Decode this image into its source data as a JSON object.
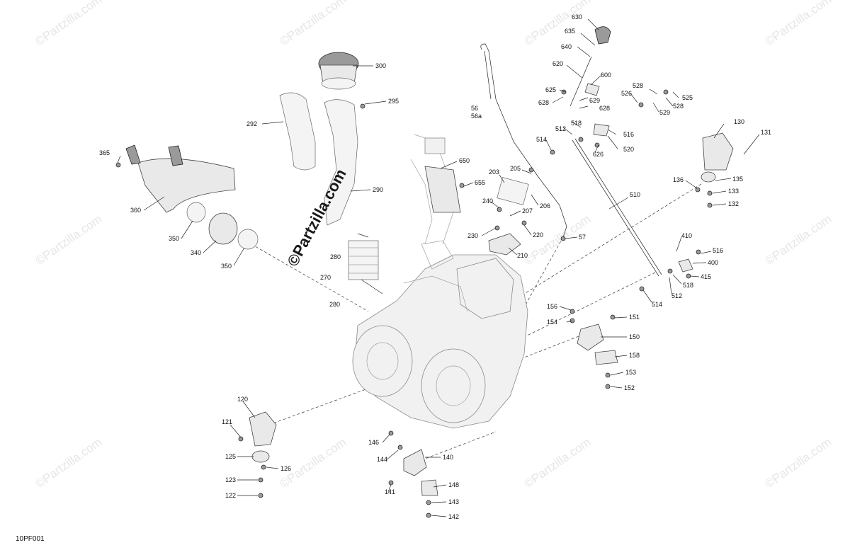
{
  "diagram_id": "10PF001",
  "stamp": "©Partzilla.com",
  "watermark": "©Partzilla.com",
  "callouts": [
    {
      "id": "c630",
      "label": "630"
    },
    {
      "id": "c635",
      "label": "635"
    },
    {
      "id": "c640",
      "label": "640"
    },
    {
      "id": "c620",
      "label": "620"
    },
    {
      "id": "c600",
      "label": "600"
    },
    {
      "id": "c625",
      "label": "625"
    },
    {
      "id": "c628a",
      "label": "628"
    },
    {
      "id": "c629",
      "label": "629"
    },
    {
      "id": "c628b",
      "label": "628"
    },
    {
      "id": "c528a",
      "label": "528"
    },
    {
      "id": "c526a",
      "label": "526"
    },
    {
      "id": "c525",
      "label": "525"
    },
    {
      "id": "c529",
      "label": "529"
    },
    {
      "id": "c528b",
      "label": "528"
    },
    {
      "id": "c518a",
      "label": "518"
    },
    {
      "id": "c516a",
      "label": "516"
    },
    {
      "id": "c512a",
      "label": "512"
    },
    {
      "id": "c514a",
      "label": "514"
    },
    {
      "id": "c626",
      "label": "626"
    },
    {
      "id": "c520",
      "label": "520"
    },
    {
      "id": "c56",
      "label": "56"
    },
    {
      "id": "c56a",
      "label": "56a"
    },
    {
      "id": "c300",
      "label": "300"
    },
    {
      "id": "c295",
      "label": "295"
    },
    {
      "id": "c292",
      "label": "292"
    },
    {
      "id": "c290",
      "label": "290"
    },
    {
      "id": "c365",
      "label": "365"
    },
    {
      "id": "c360",
      "label": "360"
    },
    {
      "id": "c350a",
      "label": "350"
    },
    {
      "id": "c340",
      "label": "340"
    },
    {
      "id": "c350b",
      "label": "350"
    },
    {
      "id": "c650",
      "label": "650"
    },
    {
      "id": "c655",
      "label": "655"
    },
    {
      "id": "c203",
      "label": "203"
    },
    {
      "id": "c205",
      "label": "205"
    },
    {
      "id": "c206",
      "label": "206"
    },
    {
      "id": "c240",
      "label": "240"
    },
    {
      "id": "c207",
      "label": "207"
    },
    {
      "id": "c230",
      "label": "230"
    },
    {
      "id": "c220",
      "label": "220"
    },
    {
      "id": "c210",
      "label": "210"
    },
    {
      "id": "c57",
      "label": "57"
    },
    {
      "id": "c280a",
      "label": "280"
    },
    {
      "id": "c270",
      "label": "270"
    },
    {
      "id": "c280b",
      "label": "280"
    },
    {
      "id": "c130",
      "label": "130"
    },
    {
      "id": "c131",
      "label": "131"
    },
    {
      "id": "c136",
      "label": "136"
    },
    {
      "id": "c135",
      "label": "135"
    },
    {
      "id": "c133",
      "label": "133"
    },
    {
      "id": "c132",
      "label": "132"
    },
    {
      "id": "c510",
      "label": "510"
    },
    {
      "id": "c410",
      "label": "410"
    },
    {
      "id": "c516b",
      "label": "516"
    },
    {
      "id": "c400",
      "label": "400"
    },
    {
      "id": "c415",
      "label": "415"
    },
    {
      "id": "c518b",
      "label": "518"
    },
    {
      "id": "c512b",
      "label": "512"
    },
    {
      "id": "c514b",
      "label": "514"
    },
    {
      "id": "c156",
      "label": "156"
    },
    {
      "id": "c151",
      "label": "151"
    },
    {
      "id": "c154",
      "label": "154"
    },
    {
      "id": "c150",
      "label": "150"
    },
    {
      "id": "c158",
      "label": "158"
    },
    {
      "id": "c153",
      "label": "153"
    },
    {
      "id": "c152",
      "label": "152"
    },
    {
      "id": "c120",
      "label": "120"
    },
    {
      "id": "c121",
      "label": "121"
    },
    {
      "id": "c125",
      "label": "125"
    },
    {
      "id": "c126",
      "label": "126"
    },
    {
      "id": "c123",
      "label": "123"
    },
    {
      "id": "c122",
      "label": "122"
    },
    {
      "id": "c146",
      "label": "146"
    },
    {
      "id": "c144",
      "label": "144"
    },
    {
      "id": "c140",
      "label": "140"
    },
    {
      "id": "c141",
      "label": "141"
    },
    {
      "id": "c148",
      "label": "148"
    },
    {
      "id": "c143",
      "label": "143"
    },
    {
      "id": "c142",
      "label": "142"
    }
  ]
}
